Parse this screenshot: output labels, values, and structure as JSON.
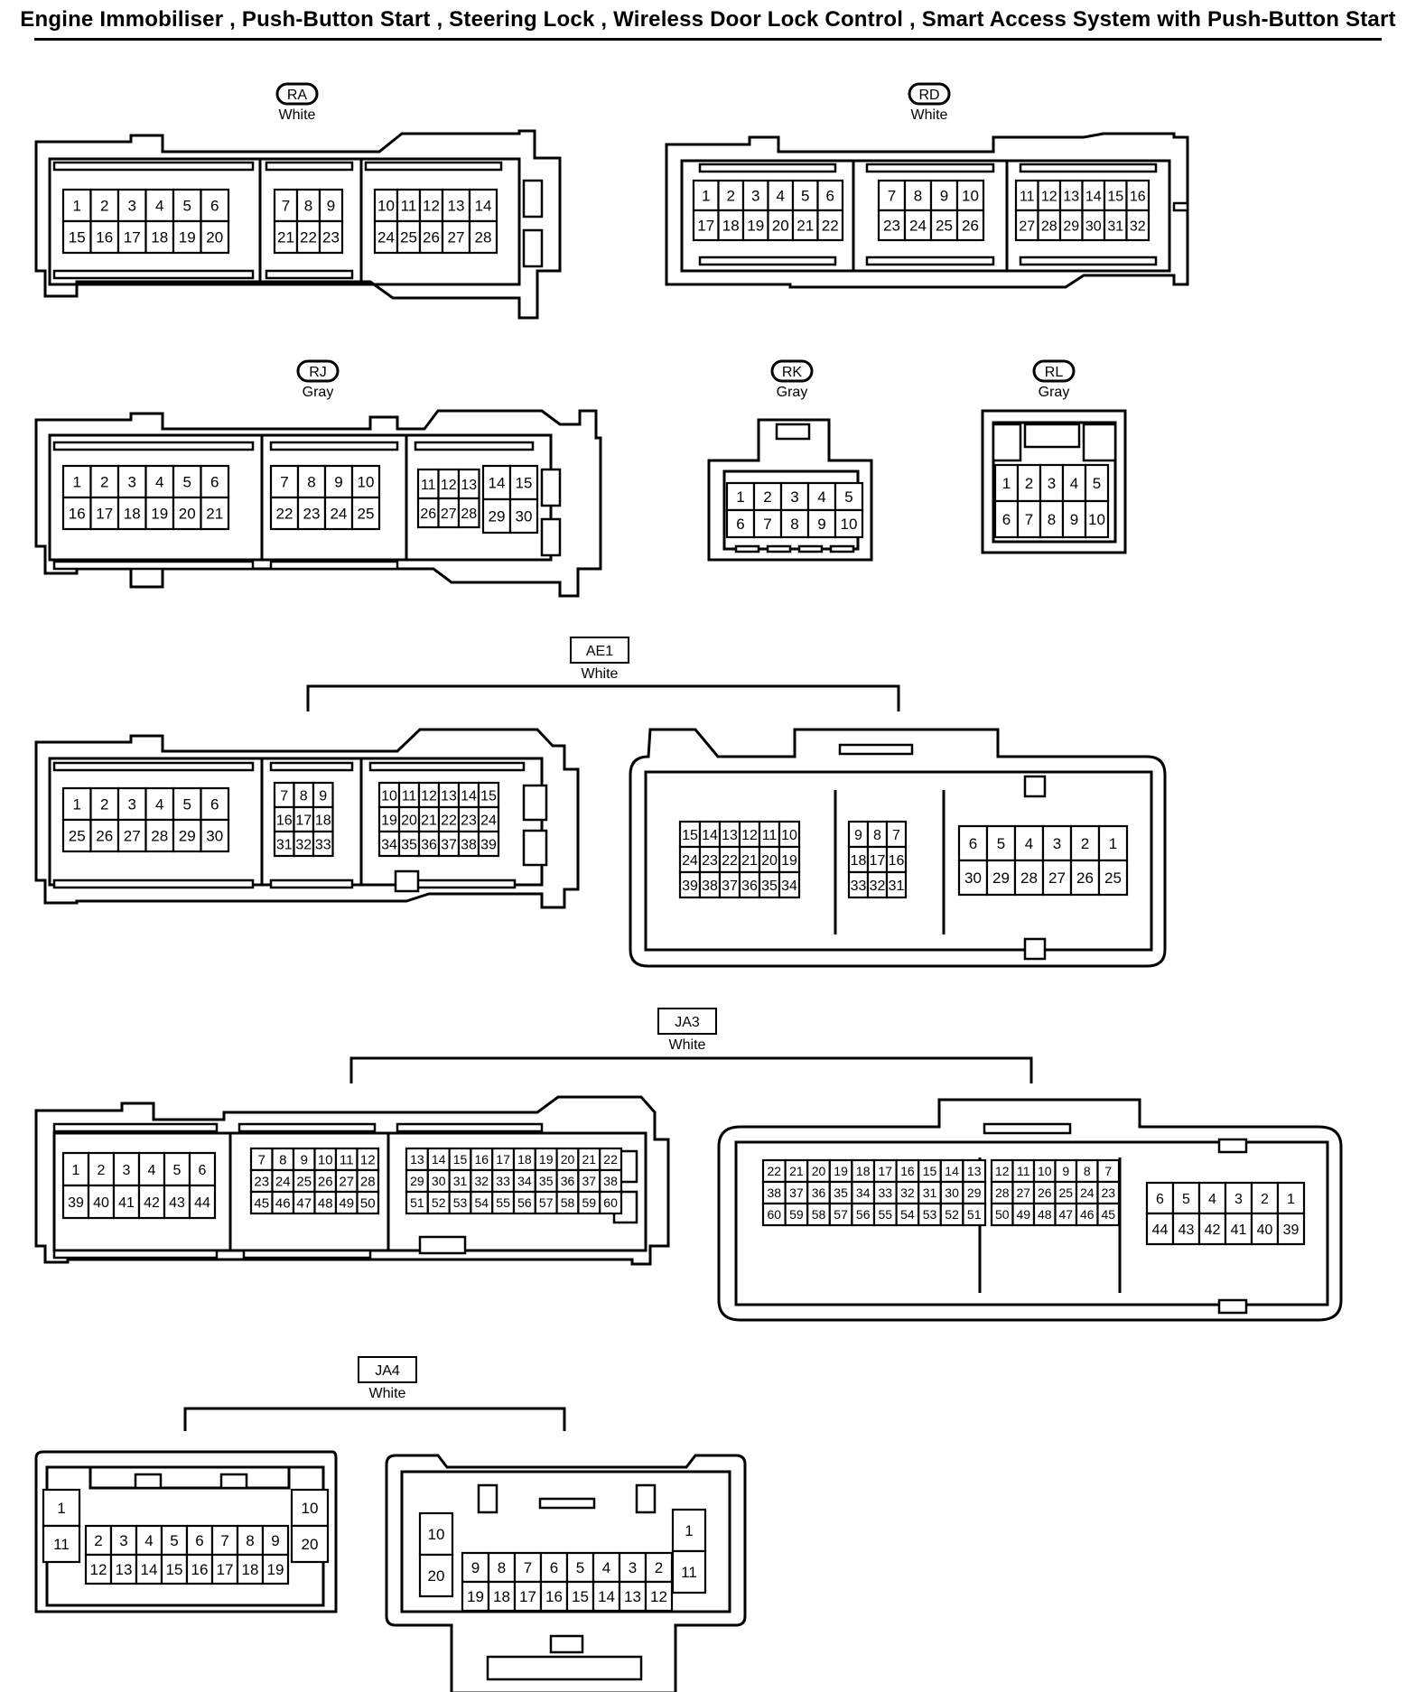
{
  "header": {
    "title": "Engine Immobiliser , Push-Button Start , Steering Lock , Wireless Door Lock Control , Smart Access System with Push-Button Start"
  },
  "connectors": [
    {
      "id": "RA",
      "color": "White",
      "pins": [
        "1",
        "2",
        "3",
        "4",
        "5",
        "6",
        "7",
        "8",
        "9",
        "10",
        "11",
        "12",
        "13",
        "14",
        "15",
        "16",
        "17",
        "18",
        "19",
        "20",
        "21",
        "22",
        "23",
        "24",
        "25",
        "26",
        "27",
        "28"
      ]
    },
    {
      "id": "RD",
      "color": "White",
      "pins": [
        "1",
        "2",
        "3",
        "4",
        "5",
        "6",
        "7",
        "8",
        "9",
        "10",
        "11",
        "12",
        "13",
        "14",
        "15",
        "16",
        "17",
        "18",
        "19",
        "20",
        "21",
        "22",
        "23",
        "24",
        "25",
        "26",
        "27",
        "28",
        "29",
        "30",
        "31",
        "32"
      ]
    },
    {
      "id": "RJ",
      "color": "Gray",
      "pins": [
        "1",
        "2",
        "3",
        "4",
        "5",
        "6",
        "7",
        "8",
        "9",
        "10",
        "11",
        "12",
        "13",
        "14",
        "15",
        "16",
        "17",
        "18",
        "19",
        "20",
        "21",
        "22",
        "23",
        "24",
        "25",
        "26",
        "27",
        "28",
        "29",
        "30"
      ]
    },
    {
      "id": "RK",
      "color": "Gray",
      "pins": [
        "1",
        "2",
        "3",
        "4",
        "5",
        "6",
        "7",
        "8",
        "9",
        "10"
      ]
    },
    {
      "id": "RL",
      "color": "Gray",
      "pins": [
        "1",
        "2",
        "3",
        "4",
        "5",
        "6",
        "7",
        "8",
        "9",
        "10"
      ]
    },
    {
      "id": "AE1",
      "color": "White",
      "pin_count": 39
    },
    {
      "id": "JA3",
      "color": "White",
      "pin_count": 60
    },
    {
      "id": "JA4",
      "color": "White",
      "pin_count": 20
    }
  ]
}
